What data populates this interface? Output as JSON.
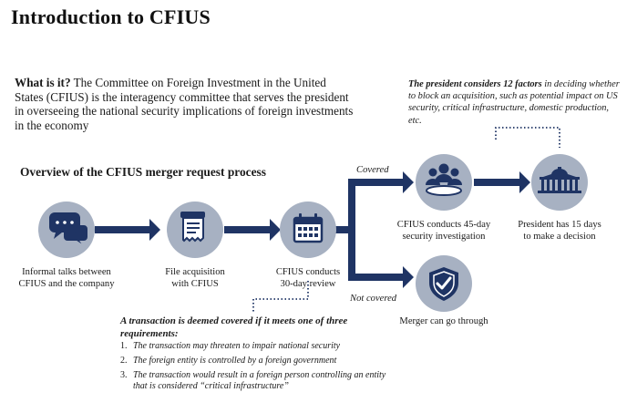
{
  "title": "Introduction to CFIUS",
  "what_is_it": {
    "lead": "What is it?",
    "text": " The Committee on Foreign Investment in the United States (CFIUS) is the interagency committee that serves the president in overseeing the national security implications of foreign investments in the economy"
  },
  "president_note": {
    "bold": "The president considers 12 factors",
    "text": " in deciding whether to block an acquisition, such as potential impact on US security, critical infrastructure, domestic production, etc."
  },
  "overview_heading": "Overview of the CFIUS merger request process",
  "steps": [
    {
      "line1": "Informal talks between",
      "line2": "CFIUS and the company",
      "icon": "chat-bubbles-icon"
    },
    {
      "line1": "File acquisition",
      "line2": "with CFIUS",
      "icon": "document-scroll-icon"
    },
    {
      "line1": "CFIUS conducts",
      "line2": "30-day review",
      "icon": "calendar-icon"
    },
    {
      "line1": "CFIUS conducts 45-day",
      "line2": "security investigation",
      "icon": "group-people-icon"
    },
    {
      "line1": "President has 15 days",
      "line2": "to make a decision",
      "icon": "white-house-icon"
    },
    {
      "line1": "Merger can go through",
      "line2": "",
      "icon": "shield-check-icon"
    }
  ],
  "branch_labels": {
    "covered": "Covered",
    "not_covered": "Not covered"
  },
  "requirements": {
    "heading": "A transaction is deemed covered if it meets one of three requirements:",
    "items": [
      {
        "num": "1.",
        "text": "The transaction may threaten to impair national security"
      },
      {
        "num": "2.",
        "text": "The foreign entity is controlled by a foreign government"
      },
      {
        "num": "3.",
        "text": "The transaction would result in a foreign person controlling an entity that is considered “critical infrastructure”"
      }
    ]
  },
  "colors": {
    "circle": "#a7b1c2",
    "navy": "#1f3464",
    "dotted": "#1f3464"
  }
}
